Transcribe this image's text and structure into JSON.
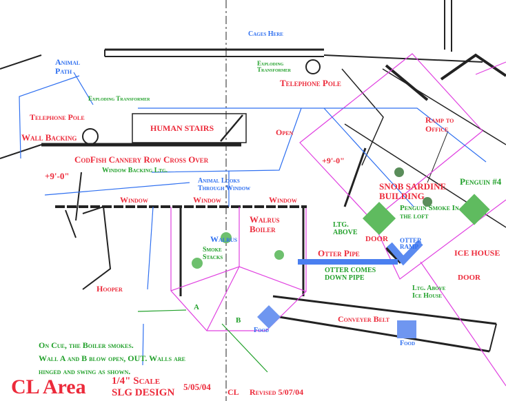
{
  "labels": {
    "cages_here": "Cages Here",
    "animal_path": "Animal Path",
    "exploding_transformer_1": "Exploding Transformer",
    "exploding_transformer_2": "Exploding Transformer",
    "telephone_pole_1": "Telephone Pole",
    "telephone_pole_2": "Telephone Pole",
    "wall_backing": "Wall Backing",
    "human_stairs": "HUMAN STAIRS",
    "open": "Open",
    "ramp_to_office": "Ramp to Office",
    "codfish": "CodFish Cannery Row Cross Over",
    "window_backing": "Window Backing Ltg.",
    "dim_left": "+9'-0\"",
    "dim_right": "+9'-0\"",
    "animal_looks": "Animal Looks Through Window",
    "window_1": "Window",
    "window_2": "Window",
    "window_3": "Window",
    "snob_sardine": "SNOB SARDINE BUILDING",
    "penguin_4": "Penguin #4",
    "penguin_smoke": "Penguin Smoke In the loft",
    "walrus_boiler": "Walrus Boiler",
    "walrus": "Walrus",
    "smoke_stacks": "Smoke Stacks",
    "ltg_above": "LTG. ABOVE",
    "door_1": "DOOR",
    "door_2": "DOOR",
    "otter_ramp": "OTTER RAMP",
    "otter_pipe": "Otter Pipe",
    "otter_comes": "OTTER COMES DOWN PIPE",
    "ice_house": "ICE HOUSE",
    "ltg_above_ice": "Ltg. Above Ice House",
    "hooper": "Hooper",
    "wall_a": "A",
    "wall_b": "B",
    "food_1": "Food",
    "food_2": "Food",
    "conveyer_belt": "Conveyer Belt",
    "note_1": "On Cue, the Boiler smokes.",
    "note_2": "Wall A and B blow open, OUT.  Walls are",
    "note_3": "hinged and swing as shown.",
    "title": "CL Area",
    "scale": "1/4\" Scale",
    "design": "SLG DESIGN",
    "date": "5/05/04",
    "initials": "CL",
    "revised": "Revised 5/07/04"
  },
  "colors": {
    "red": "#ec2a3a",
    "green": "#21a02a",
    "blue": "#2e6ff0",
    "magenta": "#e040e0"
  }
}
